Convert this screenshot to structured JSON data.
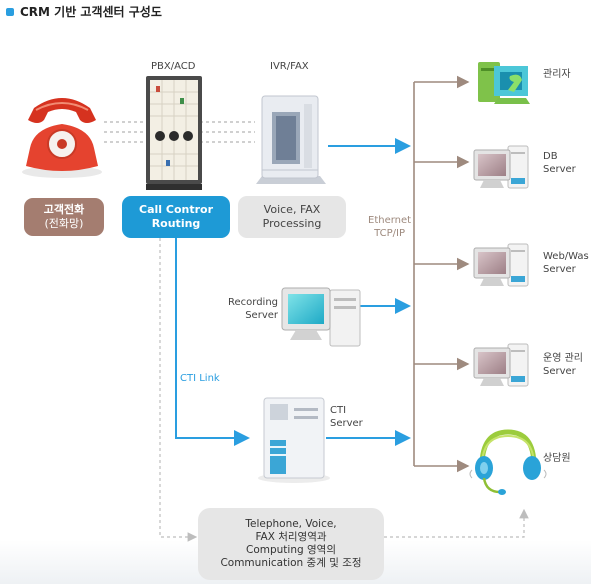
{
  "title": "CRM 기반 고객센터 구성도",
  "top_labels": {
    "pbx": "PBX/ACD",
    "ivr": "IVR/FAX"
  },
  "boxes": {
    "customer": {
      "line1": "고객전화",
      "line2": "(전화망)"
    },
    "call_control": {
      "line1": "Call Contror",
      "line2": "Routing"
    },
    "voice_fax": {
      "line1": "Voice, FAX",
      "line2": "Processing"
    }
  },
  "ethernet": {
    "line1": "Ethernet",
    "line2": "TCP/IP"
  },
  "recording": {
    "line1": "Recording",
    "line2": "Server"
  },
  "cti_link": "CTI Link",
  "cti_server": {
    "line1": "CTI",
    "line2": "Server"
  },
  "servers": [
    {
      "line1": "관리자",
      "line2": ""
    },
    {
      "line1": "DB",
      "line2": "Server"
    },
    {
      "line1": "Web/Was",
      "line2": "Server"
    },
    {
      "line1": "운영 관리",
      "line2": "Server"
    },
    {
      "line1": "상담원",
      "line2": ""
    }
  ],
  "bottom_box": {
    "line1": "Telephone, Voice,",
    "line2": "FAX 처리영역과",
    "line3": "Computing 영역의",
    "line4": "Communication 중계 및 조정"
  },
  "colors": {
    "accent": "#2a9ee0",
    "customer_box": "#a47d70",
    "call_box": "#1e9ad6",
    "gray_box": "#e6e6e6",
    "bus": "#9e8a7e"
  },
  "icons": {
    "phone": "telephone-icon",
    "pbx": "pbx-rack-icon",
    "ivr": "ivr-server-icon",
    "admin": "admin-pc-icon",
    "headset": "headset-icon"
  }
}
